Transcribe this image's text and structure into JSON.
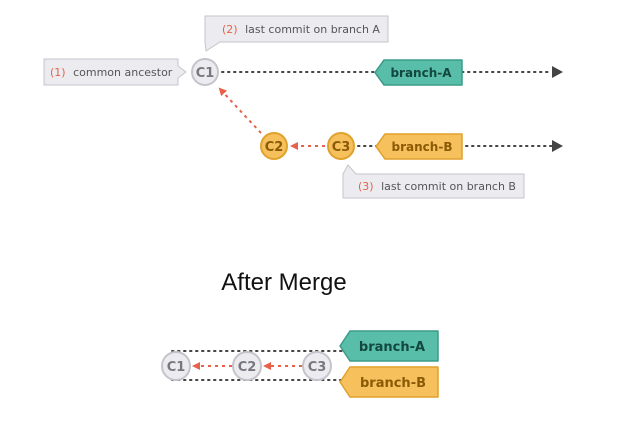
{
  "colors": {
    "gray_fill": "#ececf0",
    "gray_stroke": "#c4c4cc",
    "gray_text": "#777780",
    "orange_fill": "#f6c15d",
    "orange_stroke": "#e0a12d",
    "orange_text": "#8a5a05",
    "teal_fill": "#58bda9",
    "teal_stroke": "#3c9b88",
    "teal_text": "#14483f",
    "arrow_red": "#e8614a",
    "dot": "#444444"
  },
  "before": {
    "callouts": {
      "common_ancestor": {
        "number": "(1)",
        "text": "common ancestor"
      },
      "last_commit_a": {
        "number": "(2)",
        "text": "last commit on branch A"
      },
      "last_commit_b": {
        "number": "(3)",
        "text": "last commit on branch B"
      }
    },
    "commits": {
      "c1": "C1",
      "c2": "C2",
      "c3": "C3"
    },
    "branches": {
      "a": "branch-A",
      "b": "branch-B"
    }
  },
  "after": {
    "title": "After Merge",
    "commits": {
      "c1": "C1",
      "c2": "C2",
      "c3": "C3"
    },
    "branches": {
      "a": "branch-A",
      "b": "branch-B"
    }
  }
}
